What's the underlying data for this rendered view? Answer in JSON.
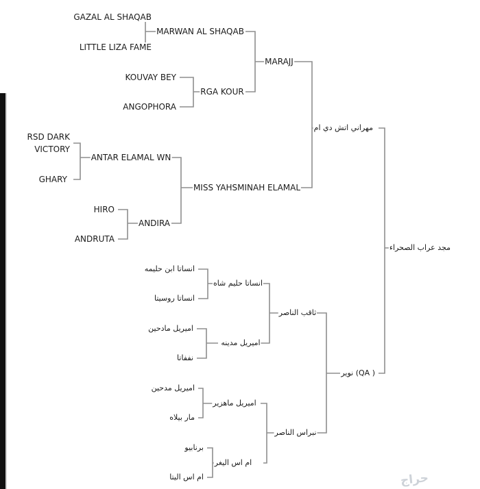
{
  "pedigree": {
    "subject": "مجد عراب الصحراء",
    "sire": "مهراني اتش دي ام",
    "dam": "نوير (QA )",
    "sire_sire": "MARAJJ",
    "sire_dam": "MISS YAHSMINAH ELAMAL",
    "dam_sire": "ثاقب الناصر",
    "dam_dam": "نبراس الناصر",
    "g3": {
      "marajj_sire": "MARWAN AL SHAQAB",
      "marajj_dam": "RGA KOUR",
      "miss_sire": "ANTAR ELAMAL WN",
      "miss_dam": "ANDIRA",
      "thaqeb_sire": "انساتا حليم شاه",
      "thaqeb_dam": "اميريل مدينه",
      "nebras_sire": "اميريل ماهزير",
      "nebras_dam": "ام اس اليغر"
    },
    "g4": {
      "marwan_sire": "GAZAL AL SHAQAB",
      "marwan_dam": "LITTLE LIZA FAME",
      "rga_sire": "KOUVAY BEY",
      "rga_dam": "ANGOPHORA",
      "antar_sire_line1": "RSD DARK",
      "antar_sire_line2": "VICTORY",
      "antar_dam": "GHARY",
      "andira_sire": "HIRO",
      "andira_dam": "ANDRUTA",
      "halim_sire": "انساتا ابن حليمه",
      "halim_dam": "انساتا روسيتا",
      "madina_sire": "اميريل مادحين",
      "madina_dam": "نففاتا",
      "mahzir_sire": "اميريل مدحين",
      "mahzir_dam": "مار بيلاه",
      "eliger_sire": "برنابيو",
      "eliger_dam": "ام اس اليتا"
    }
  },
  "watermark": "حراج",
  "colors": {
    "line": "#8e8e8e",
    "text": "#1a1a1a"
  }
}
